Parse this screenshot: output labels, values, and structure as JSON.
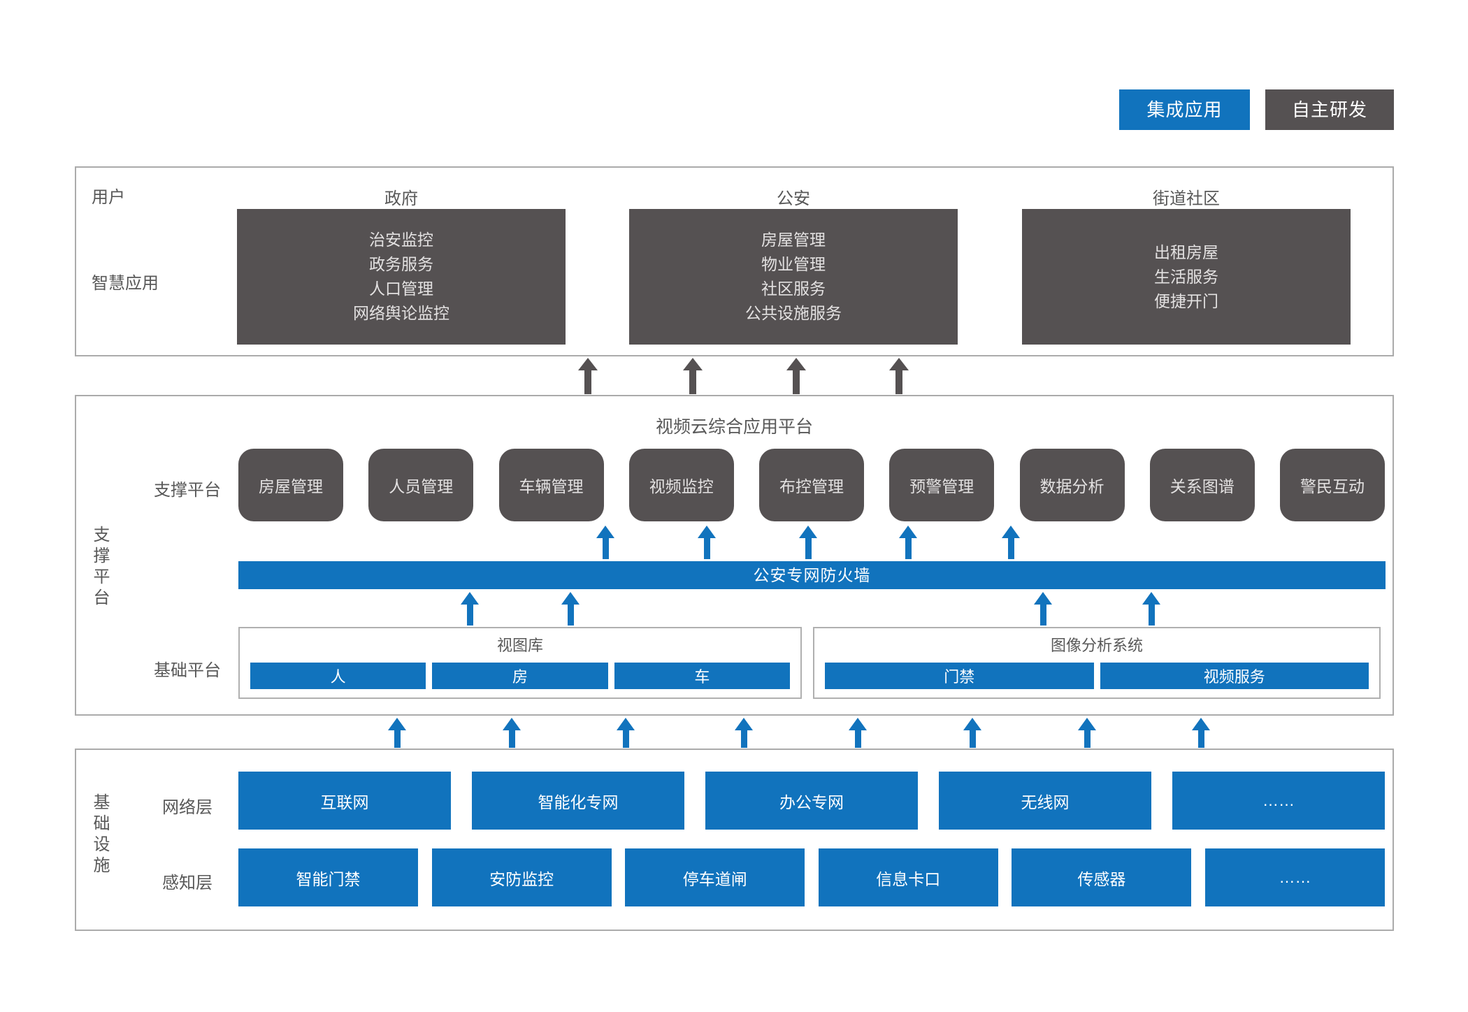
{
  "colors": {
    "accent_blue": "#1173bd",
    "dark_gray": "#555152",
    "border_gray": "#ababab",
    "label_gray": "#585858"
  },
  "legend": {
    "integrated": "集成应用",
    "self_developed": "自主研发"
  },
  "user_section": {
    "row1_label": "用户",
    "row2_label": "智慧应用",
    "columns": [
      {
        "header": "政府",
        "items": [
          "治安监控",
          "政务服务",
          "人口管理",
          "网络舆论监控"
        ]
      },
      {
        "header": "公安",
        "items": [
          "房屋管理",
          "物业管理",
          "社区服务",
          "公共设施服务"
        ]
      },
      {
        "header": "街道社区",
        "items": [
          "出租房屋",
          "生活服务",
          "便捷开门"
        ]
      }
    ]
  },
  "platform_section": {
    "side_label": "支撑平台",
    "title": "视频云综合应用平台",
    "support_row_label": "支撑平台",
    "support_modules": [
      "房屋管理",
      "人员管理",
      "车辆管理",
      "视频监控",
      "布控管理",
      "预警管理",
      "数据分析",
      "关系图谱",
      "警民互动"
    ],
    "firewall": "公安专网防火墙",
    "base_row_label": "基础平台",
    "base_groups": [
      {
        "title": "视图库",
        "items": [
          "人",
          "房",
          "车"
        ]
      },
      {
        "title": "图像分析系统",
        "items": [
          "门禁",
          "视频服务"
        ]
      }
    ]
  },
  "infra_section": {
    "side_label": "基础设施",
    "rows": [
      {
        "label": "网络层",
        "items": [
          "互联网",
          "智能化专网",
          "办公专网",
          "无线网",
          "……"
        ]
      },
      {
        "label": "感知层",
        "items": [
          "智能门禁",
          "安防监控",
          "停车道闸",
          "信息卡口",
          "传感器",
          "……"
        ]
      }
    ]
  }
}
